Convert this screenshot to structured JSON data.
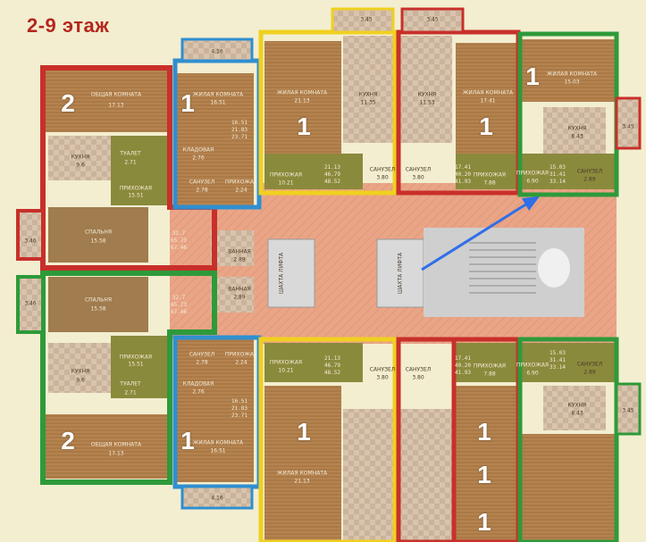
{
  "title": "2-9 этаж",
  "colors": {
    "red": "#c8302a",
    "green": "#2e9a3a",
    "yellow": "#f0d020",
    "blue": "#2f8fd0",
    "arrow": "#2f6fe8",
    "corridor": "#e9a586",
    "wood": "#b98a55",
    "tile": "#cdb7a0",
    "olive": "#8a8a3c",
    "bg": "#f3eed0"
  },
  "rooms": {
    "big_left_upper": {
      "num": "2",
      "name": "ОБЩАЯ КОМНАТА",
      "area": "17.13"
    },
    "big_left_lower": {
      "num": "2",
      "name": "ОБЩАЯ КОМНАТА",
      "area": "17.13"
    },
    "kitchen_left_upper": {
      "name": "КУХНЯ",
      "area": "9.6"
    },
    "kitchen_left_lower": {
      "name": "КУХНЯ",
      "area": "9.6"
    },
    "toilet_left_upper": {
      "name": "ТУАЛЕТ",
      "area": "2.71"
    },
    "toilet_left_lower": {
      "name": "ТУАЛЕТ",
      "area": "2.71"
    },
    "hall_left_upper": {
      "name": "ПРИХОЖАЯ",
      "area": "15.51"
    },
    "hall_left_lower": {
      "name": "ПРИХОЖАЯ",
      "area": "15.51"
    },
    "bedroom_upper": {
      "name": "СПАЛЬНЯ",
      "area": "15.58"
    },
    "bedroom_lower": {
      "name": "СПАЛЬНЯ",
      "area": "15.58"
    },
    "totals_left_upper": "32.7\n65.73\n67.46",
    "totals_left_lower": "32.7\n65.73\n67.46",
    "bath_left_upper": {
      "name": "ВАННАЯ",
      "area": "2.89"
    },
    "bath_left_lower": {
      "name": "ВАННАЯ",
      "area": "2.89"
    },
    "living_a_upper": {
      "num": "1",
      "name": "ЖИЛАЯ КОМНАТА",
      "area": "16.51"
    },
    "living_a_lower": {
      "num": "1",
      "name": "ЖИЛАЯ КОМНАТА",
      "area": "16.51"
    },
    "totals_a_upper": "16.51\n21.83\n23.71",
    "totals_a_lower": "16.51\n21.83\n23.71",
    "closet_upper": {
      "name": "КЛАДОВАЯ",
      "area": "2.76"
    },
    "closet_lower": {
      "name": "КЛАДОВАЯ",
      "area": "2.76"
    },
    "wc_a_upper": {
      "name": "САНУЗЕЛ",
      "area": "2.78"
    },
    "wc_a_lower": {
      "name": "САНУЗЕЛ",
      "area": "2.78"
    },
    "hall_a_upper": {
      "name": "ПРИХОЖАЯ",
      "area": "2.24"
    },
    "hall_a_lower": {
      "name": "ПРИХОЖАЯ",
      "area": "2.24"
    },
    "balcony_a_upper": "4.16",
    "balcony_a_lower": "4.16",
    "living_b_upper": {
      "num": "1",
      "name": "ЖИЛАЯ КОМНАТА",
      "area": "21.13"
    },
    "living_b_lower": {
      "num": "1",
      "name": "ЖИЛАЯ КОМНАТА",
      "area": "21.13"
    },
    "kitchen_b_upper": {
      "name": "КУХНЯ",
      "area": "11.35"
    },
    "kitchen_c_upper": {
      "name": "КУХНЯ",
      "area": "11.53"
    },
    "living_d_upper": {
      "num": "1",
      "name": "ЖИЛАЯ КОМНАТА",
      "area": "17.41"
    },
    "living_e_upper": {
      "num": "1",
      "name": "ЖИЛАЯ КОМНАТА",
      "area": "15.03"
    },
    "kitchen_e_upper": {
      "name": "КУХНЯ",
      "area": "8.43"
    },
    "kitchen_e_lower": {
      "name": "КУХНЯ",
      "area": "8.43"
    },
    "hall_b_upper": {
      "name": "ПРИХОЖАЯ",
      "area": "10.21"
    },
    "hall_b_lower": {
      "name": "ПРИХОЖАЯ",
      "area": "10.21"
    },
    "totals_b_upper": "21.13\n46.79\n48.52",
    "totals_b_lower": "21.13\n46.79\n48.52",
    "wc_b_upper": {
      "name": "САНУЗЕЛ",
      "area": "3.80"
    },
    "wc_b_lower": {
      "name": "САНУЗЕЛ",
      "area": "3.80"
    },
    "wc_c_upper": {
      "name": "САНУЗЕЛ",
      "area": "3.80"
    },
    "wc_c_lower": {
      "name": "САНУЗЕЛ",
      "area": "3.80"
    },
    "totals_d_upper": "17.41\n40.20\n41.93",
    "totals_d_lower": "17.41\n40.20\n41.93",
    "hall_d_upper": {
      "name": "ПРИХОЖАЯ",
      "area": "7.88"
    },
    "hall_d_lower": {
      "name": "ПРИХОЖАЯ",
      "area": "7.88"
    },
    "hall_e_upper": {
      "name": "ПРИХОЖАЯ",
      "area": "6.90"
    },
    "hall_e_lower": {
      "name": "ПРИХОЖАЯ",
      "area": "6.90"
    },
    "totals_e_upper": "15.03\n31.41\n33.14",
    "totals_e_lower": "15.03\n31.41\n33.14",
    "wc_e_upper": {
      "name": "САНУЗЕЛ",
      "area": "2.89"
    },
    "wc_e_lower": {
      "name": "САНУЗЕЛ",
      "area": "2.89"
    },
    "balcony_b": "3.45",
    "balcony_c": "3.45",
    "balcony_e_upper": "3.45",
    "balcony_e_lower": "3.45",
    "balcony_left_upper": "3.46",
    "balcony_left_lower": "3.46",
    "living_lower_c1": {
      "num": "1"
    },
    "living_lower_c2": {
      "num": "1"
    },
    "living_lower_c3": {
      "num": "1"
    }
  },
  "core": {
    "shaft_left": "ШАХТА ЛИФТА",
    "shaft_right": "ШАХТА ЛИФТА"
  }
}
